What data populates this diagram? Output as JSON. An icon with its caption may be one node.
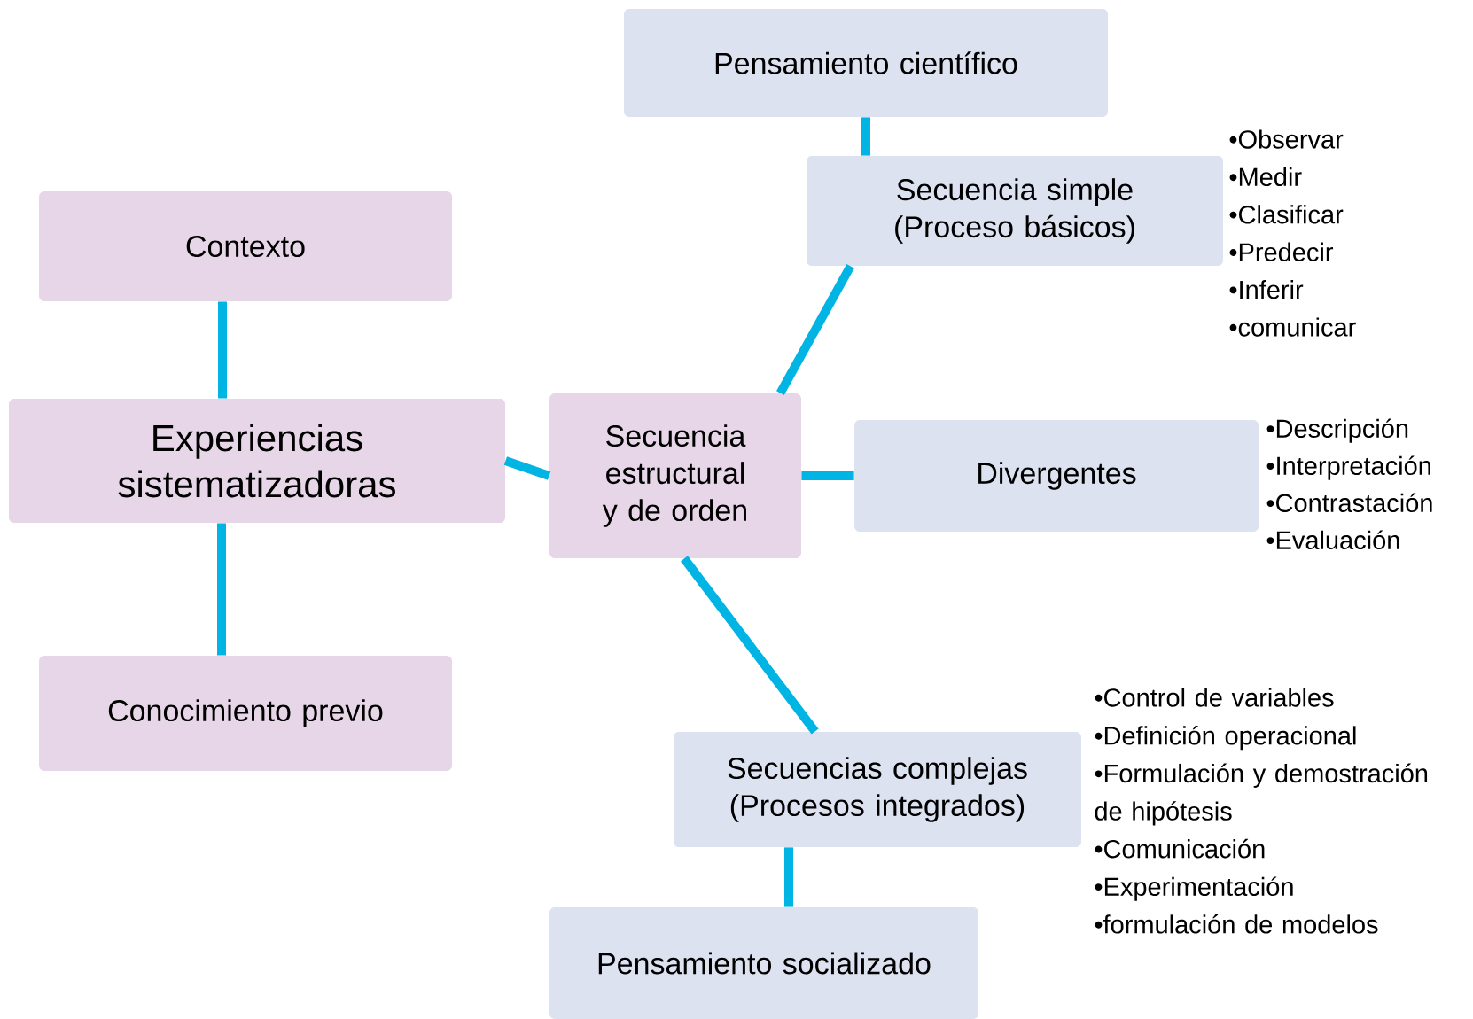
{
  "diagram": {
    "nodes": [
      {
        "text": [
          "Pensamiento científico"
        ]
      },
      {
        "text": [
          "Contexto"
        ]
      },
      {
        "text": [
          "Secuencia simple (Proceso básicos)"
        ],
        "beside": [
          "•Observar",
          "•Medir",
          "•Clasificar",
          "•Predecir",
          "•Inferir",
          "•comunicar"
        ]
      },
      {
        "text": [
          "Experiencias sistematizadoras"
        ]
      },
      {
        "text": [
          "Secuencia estructural y de orden"
        ]
      },
      {
        "text": [
          "Divergentes"
        ],
        "beside": [
          "•Descripción",
          "•Interpretación",
          "•Contrastación",
          "•Evaluación"
        ]
      },
      {
        "text": [
          "Conocimiento previo"
        ]
      },
      {
        "text": [
          "Secuencias complejas (Procesos integrados)"
        ],
        "beside": [
          "•Control de variables",
          "•Definición operacional",
          "•Formulación y demostración de hipótesis",
          "•Comunicación",
          "•Experimentación",
          "•formulación de modelos"
        ]
      },
      {
        "text": [
          "Pensamiento socializado"
        ]
      }
    ],
    "edges": [
      {
        "from": 0,
        "to": 2,
        "arrow": "none"
      },
      {
        "from": 1,
        "to": 3,
        "arrow": "none"
      },
      {
        "from": 3,
        "to": 6,
        "arrow": "none"
      },
      {
        "from": 3,
        "to": 4,
        "arrow": "none"
      },
      {
        "from": 4,
        "to": 2,
        "arrow": "none"
      },
      {
        "from": 4,
        "to": 5,
        "arrow": "none"
      },
      {
        "from": 4,
        "to": 7,
        "arrow": "none"
      },
      {
        "from": 7,
        "to": 8,
        "arrow": "none"
      }
    ]
  }
}
